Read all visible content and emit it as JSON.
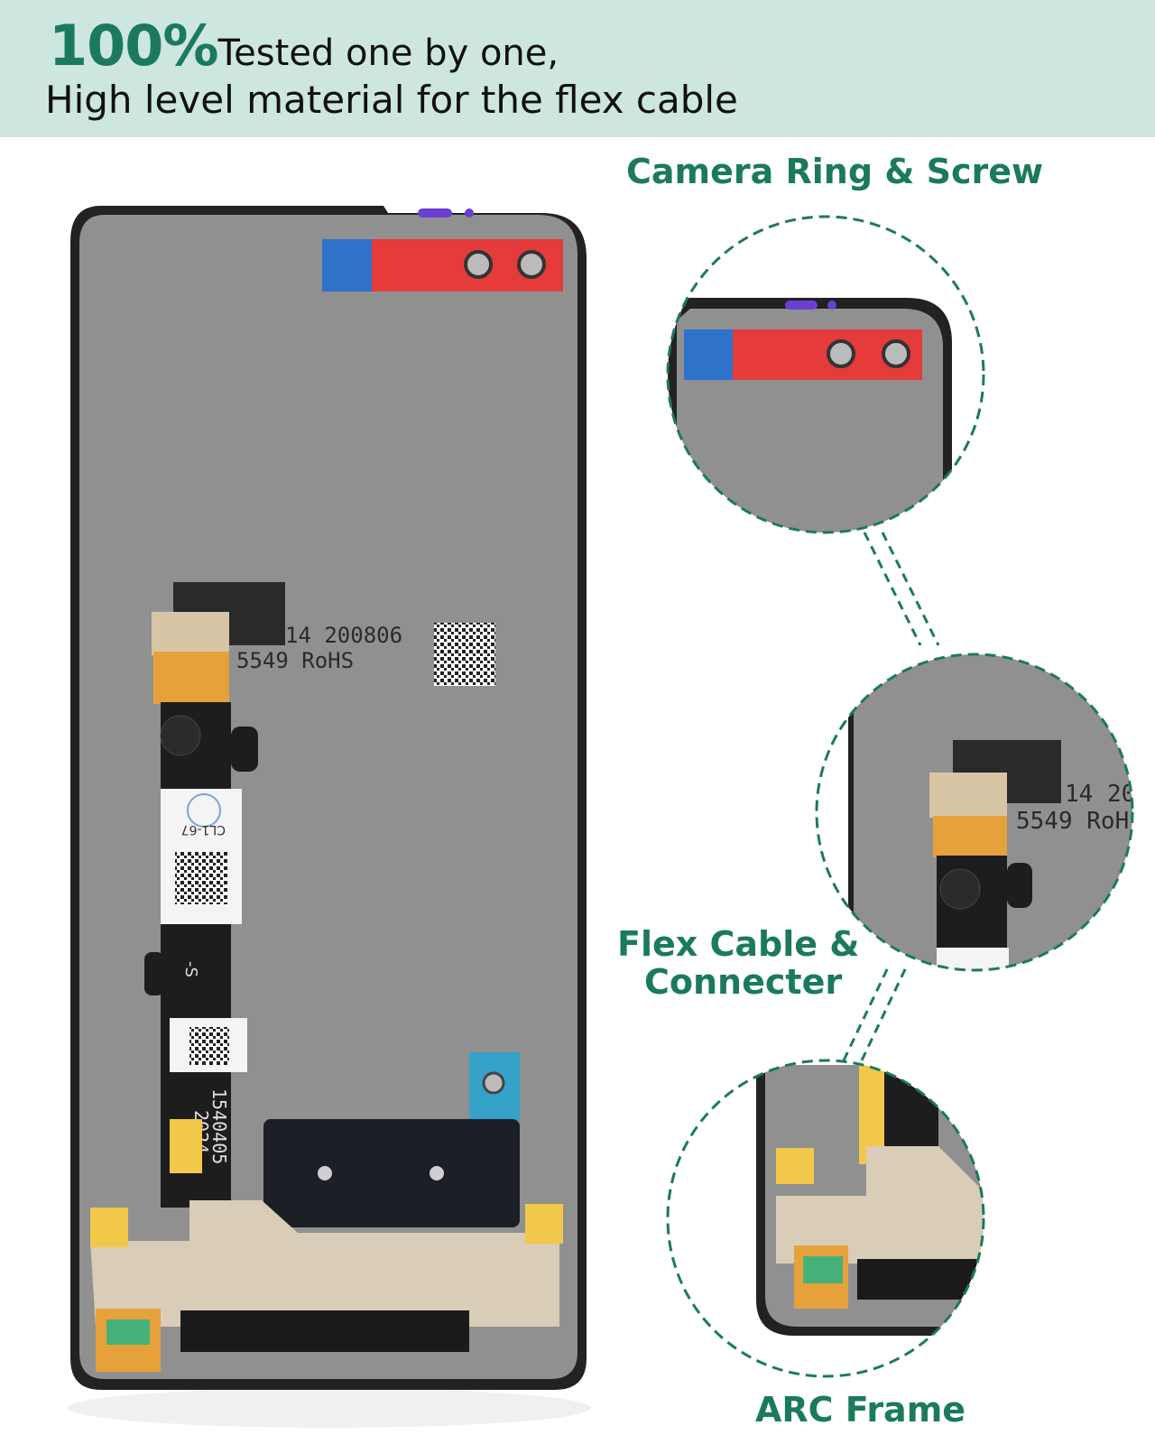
{
  "headline": {
    "line1_emphasis": "100%",
    "line1_rest": "Tested one by one,",
    "line2": "High level material for the flex cable"
  },
  "callouts": {
    "camera": "Camera Ring & Screw",
    "flex_line1": "Flex Cable &",
    "flex_line2": "Connecter",
    "arc": "ARC Frame"
  },
  "panel_labels": {
    "date_code": "14 200806",
    "rohs": "5549 RoHS",
    "sticker_code": "CL1-67",
    "flex_code_1": "1540405",
    "flex_code_2": "2024",
    "flex_s": "-S",
    "zoom_date": "14 20",
    "zoom_rohs": "5549 RoH"
  },
  "colors": {
    "accent_green": "#1b7a5e",
    "banner_bg": "#cde6df",
    "panel_gray": "#8e8e8e",
    "tape_red": "#e53b3b",
    "tape_blue": "#2e72c9",
    "flex_orange": "#e6a13a"
  }
}
